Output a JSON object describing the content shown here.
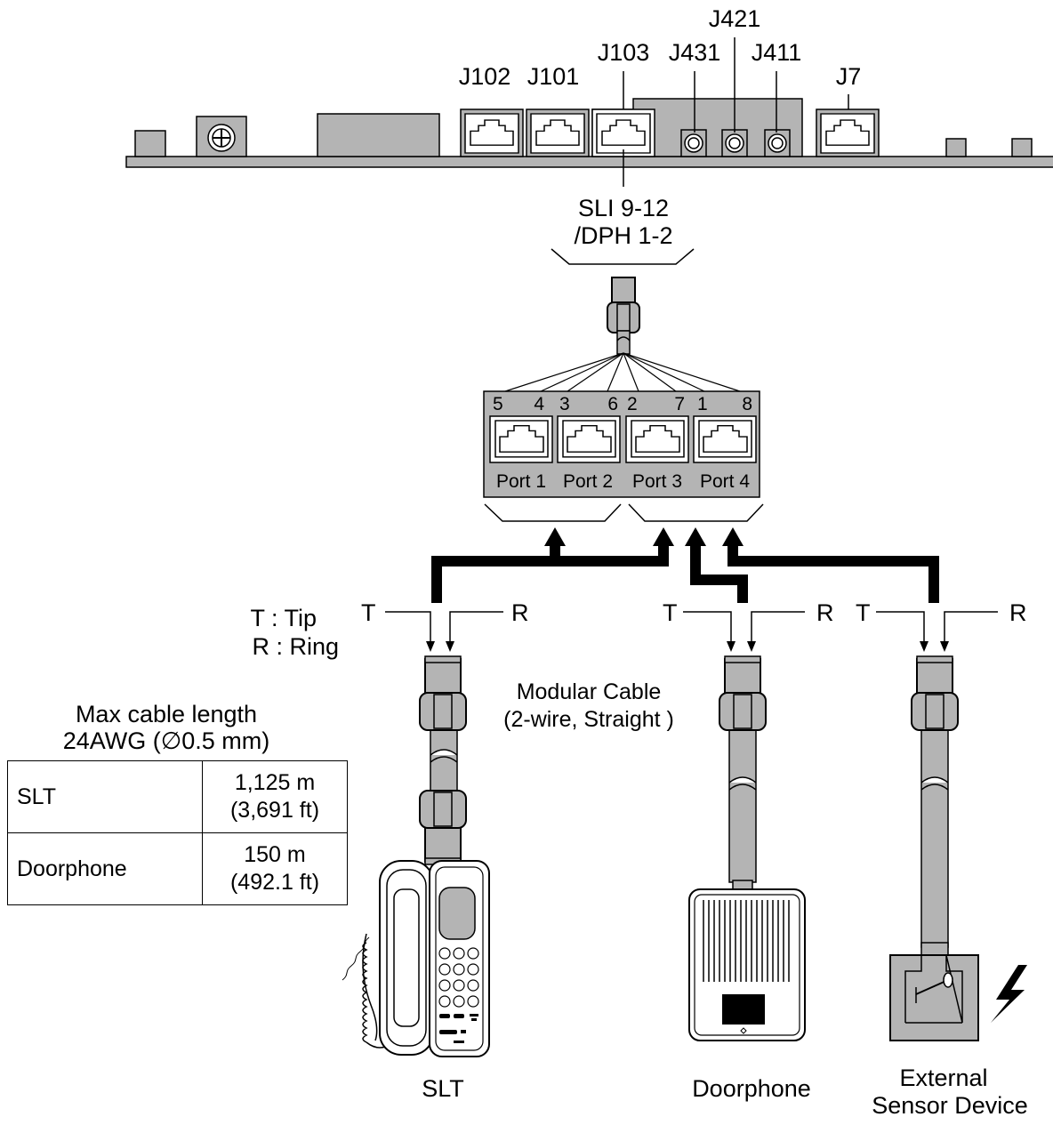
{
  "board": {
    "connectors": {
      "j102": "J102",
      "j101": "J101",
      "j103": "J103",
      "j431": "J431",
      "j421": "J421",
      "j411": "J411",
      "j7": "J7"
    },
    "interface_line1": "SLI 9-12",
    "interface_line2": "/DPH 1-2"
  },
  "splitter": {
    "pin_labels": [
      "5",
      "4",
      "3",
      "6",
      "2",
      "7",
      "1",
      "8"
    ],
    "ports": [
      "Port 1",
      "Port 2",
      "Port 3",
      "Port 4"
    ]
  },
  "legend": {
    "tip": "T : Tip",
    "ring": "R : Ring",
    "t": "T",
    "r": "R"
  },
  "cable": {
    "line1": "Modular Cable",
    "line2": "(2-wire, Straight )"
  },
  "length_table": {
    "title_line1": "Max cable length",
    "title_line2": "24AWG (∅0.5 mm)",
    "rows": [
      {
        "device": "SLT",
        "length_m": "1,125 m",
        "length_ft": "(3,691 ft)"
      },
      {
        "device": "Doorphone",
        "length_m": "150 m",
        "length_ft": "(492.1 ft)"
      }
    ]
  },
  "devices": {
    "slt": "SLT",
    "doorphone": "Doorphone",
    "sensor_line1": "External",
    "sensor_line2": "Sensor Device"
  },
  "colors": {
    "component_fill": "#b4b4b4",
    "outline": "#000000",
    "background": "#ffffff"
  },
  "icons": [
    "rj-jack-icon",
    "modular-plug-icon",
    "telephone-icon",
    "doorphone-icon",
    "sensor-icon",
    "lightning-icon"
  ]
}
